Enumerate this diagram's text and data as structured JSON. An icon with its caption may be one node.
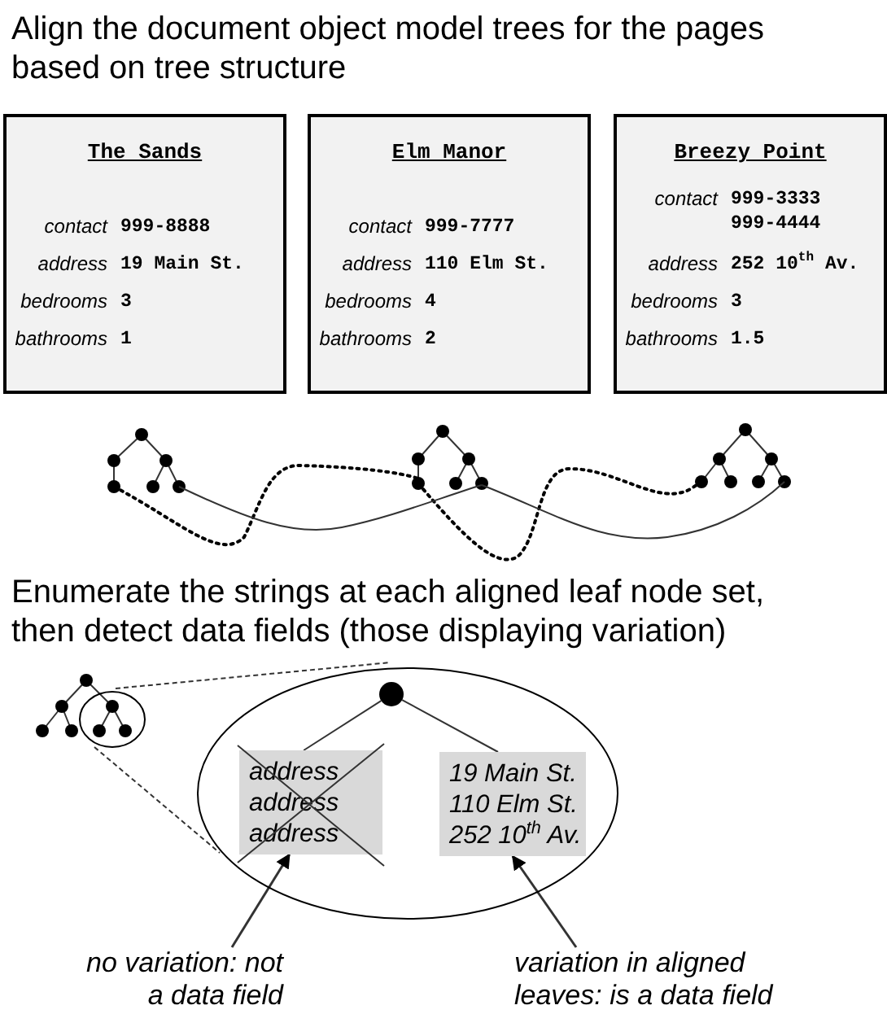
{
  "diagram": {
    "title": "Align the document object model trees for the pages based on tree structure",
    "nodes": [
      {
        "text": [
          "The Sands",
          "contact",
          "999-8888",
          "address",
          "19 Main St.",
          "bedrooms",
          "3",
          "bathrooms",
          "1"
        ]
      },
      {
        "text": [
          "Elm Manor",
          "contact",
          "999-7777",
          "address",
          "110 Elm St.",
          "bedrooms",
          "4",
          "bathrooms",
          "2"
        ]
      },
      {
        "text": [
          "Breezy Point",
          "contact",
          "999-3333 999-4444",
          "address",
          "252 10$^{th}$ Av.",
          "bedrooms",
          "3",
          "bathrooms",
          "1.5"
        ]
      },
      {
        "text": [],
        "shape": "ellipse"
      },
      {
        "text": [],
        "shape": "circle",
        "in": 3
      },
      {
        "text": [
          "address",
          "address",
          "address"
        ],
        "in": 3
      },
      {
        "text": [
          "19 Main St.",
          "110 Elm St.",
          "252 10$^{th}$ Av."
        ],
        "in": 3
      },
      {
        "text": [
          "no variation: not a data field"
        ]
      },
      {
        "text": [
          "variation in aligned leaves: is a data field"
        ]
      }
    ],
    "edges": [
      {
        "from": 4,
        "to": 5,
        "arrow": "none"
      },
      {
        "from": 4,
        "to": 6,
        "arrow": "none"
      },
      {
        "from": 7,
        "to": 5,
        "arrow": "to"
      },
      {
        "from": 8,
        "to": 6,
        "arrow": "to"
      }
    ],
    "labels": [
      "Enumerate the strings at each aligned leaf node set, then detect data fields (those displaying variation)"
    ]
  }
}
